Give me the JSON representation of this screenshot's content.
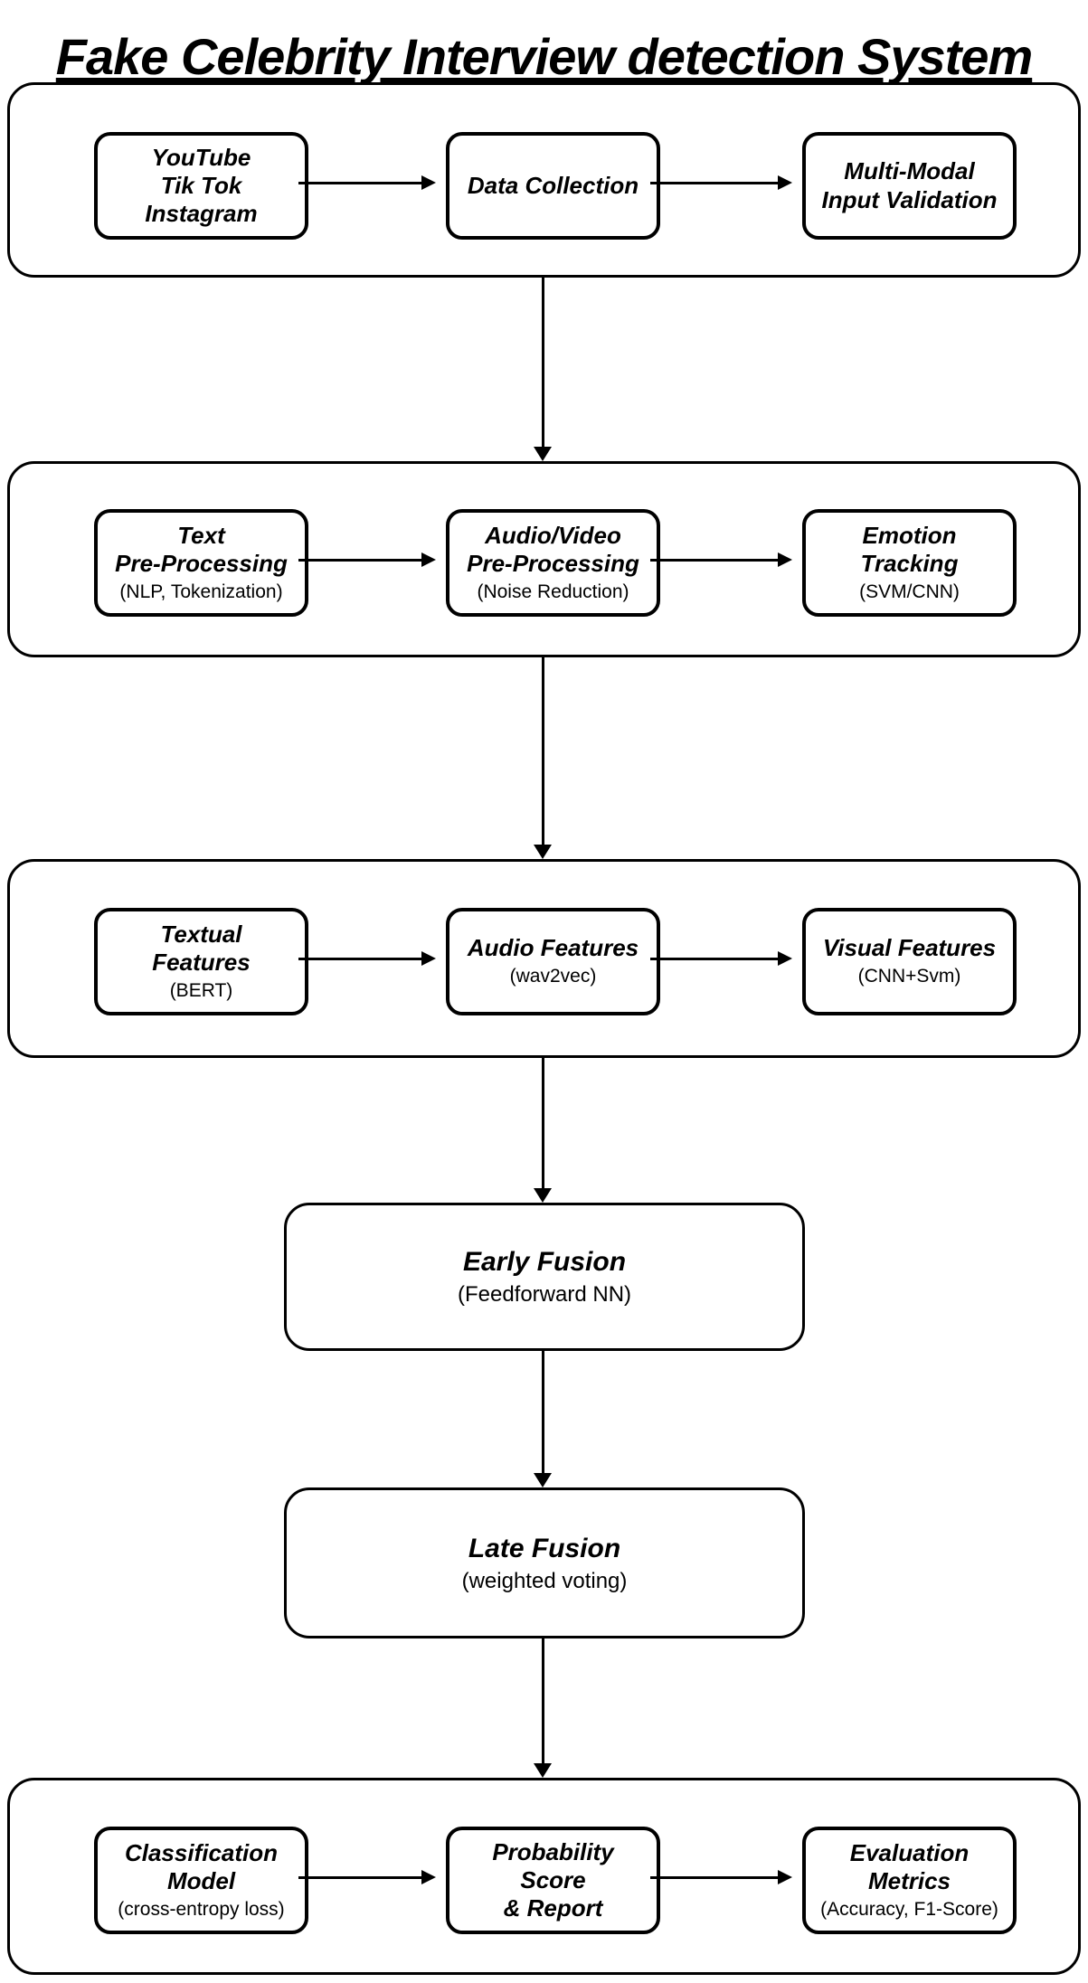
{
  "title": "Fake Celebrity Interview detection System",
  "colors": {
    "ink": "#000000",
    "paper": "#ffffff"
  },
  "stages": [
    {
      "id": "collection",
      "boxes": [
        {
          "id": "sources",
          "title_lines": [
            "YouTube",
            "Tik Tok",
            "Instagram"
          ],
          "subtitle": ""
        },
        {
          "id": "data-collection",
          "title_lines": [
            "Data Collection"
          ],
          "subtitle": ""
        },
        {
          "id": "input-validation",
          "title_lines": [
            "Multi-Modal",
            "Input Validation"
          ],
          "subtitle": ""
        }
      ]
    },
    {
      "id": "preprocessing",
      "boxes": [
        {
          "id": "text-preprocessing",
          "title_lines": [
            "Text",
            "Pre-Processing"
          ],
          "subtitle": "(NLP, Tokenization)"
        },
        {
          "id": "av-preprocessing",
          "title_lines": [
            "Audio/Video",
            "Pre-Processing"
          ],
          "subtitle": "(Noise Reduction)"
        },
        {
          "id": "emotion-tracking",
          "title_lines": [
            "Emotion",
            "Tracking"
          ],
          "subtitle": "(SVM/CNN)"
        }
      ]
    },
    {
      "id": "features",
      "boxes": [
        {
          "id": "textual-features",
          "title_lines": [
            "Textual",
            "Features"
          ],
          "subtitle": "(BERT)"
        },
        {
          "id": "audio-features",
          "title_lines": [
            "Audio Features"
          ],
          "subtitle": "(wav2vec)"
        },
        {
          "id": "visual-features",
          "title_lines": [
            "Visual Features"
          ],
          "subtitle": "(CNN+Svm)"
        }
      ]
    },
    {
      "id": "output",
      "boxes": [
        {
          "id": "classification-model",
          "title_lines": [
            "Classification",
            "Model"
          ],
          "subtitle": "(cross-entropy loss)"
        },
        {
          "id": "probability-score-report",
          "title_lines": [
            "Probability",
            "Score",
            "& Report"
          ],
          "subtitle": ""
        },
        {
          "id": "evaluation-metrics",
          "title_lines": [
            "Evaluation",
            "Metrics"
          ],
          "subtitle": "(Accuracy, F1-Score)"
        }
      ]
    }
  ],
  "fusion_nodes": [
    {
      "id": "early-fusion",
      "title": "Early Fusion",
      "subtitle": "(Feedforward NN)"
    },
    {
      "id": "late-fusion",
      "title": "Late Fusion",
      "subtitle": "(weighted voting)"
    }
  ]
}
